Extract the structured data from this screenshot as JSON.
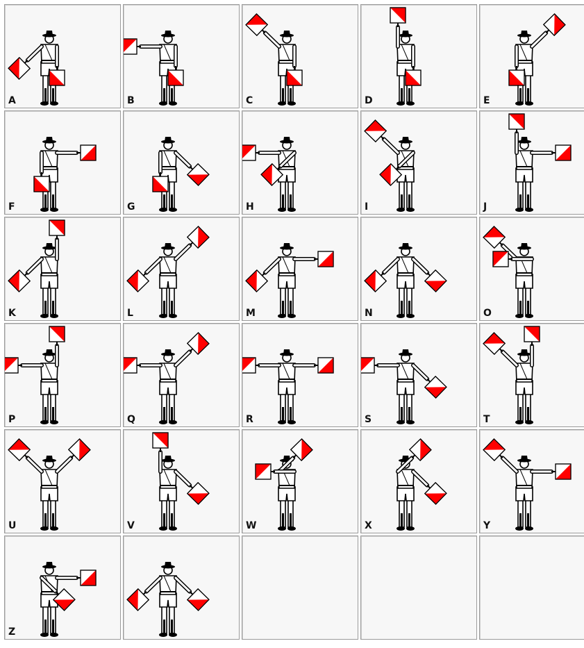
{
  "cells": [
    {
      "letter": "A",
      "right": "low-left",
      "left": "down"
    },
    {
      "letter": "B",
      "right": "left",
      "left": "down"
    },
    {
      "letter": "C",
      "right": "up-left",
      "left": "down"
    },
    {
      "letter": "D",
      "right": "up",
      "left": "down"
    },
    {
      "letter": "E",
      "right": "down",
      "left": "up-right"
    },
    {
      "letter": "F",
      "right": "down",
      "left": "right"
    },
    {
      "letter": "G",
      "right": "down",
      "left": "low-right"
    },
    {
      "letter": "H",
      "right": "left",
      "left": "low-left"
    },
    {
      "letter": "I",
      "right": "up-left",
      "left": "low-left"
    },
    {
      "letter": "J",
      "right": "up",
      "left": "right"
    },
    {
      "letter": "K",
      "right": "low-left",
      "left": "up"
    },
    {
      "letter": "L",
      "right": "low-left",
      "left": "up-right"
    },
    {
      "letter": "M",
      "right": "low-left",
      "left": "right"
    },
    {
      "letter": "N",
      "right": "low-left",
      "left": "low-right"
    },
    {
      "letter": "O",
      "right": "up-left",
      "left": "left"
    },
    {
      "letter": "P",
      "right": "left",
      "left": "up"
    },
    {
      "letter": "Q",
      "right": "left",
      "left": "up-right"
    },
    {
      "letter": "R",
      "right": "left",
      "left": "right"
    },
    {
      "letter": "S",
      "right": "left",
      "left": "low-right"
    },
    {
      "letter": "T",
      "right": "up-left",
      "left": "up"
    },
    {
      "letter": "U",
      "right": "up-left",
      "left": "up-right"
    },
    {
      "letter": "V",
      "right": "up",
      "left": "low-right"
    },
    {
      "letter": "W",
      "right": "up-right",
      "left": "left"
    },
    {
      "letter": "X",
      "right": "up-right",
      "left": "low-right"
    },
    {
      "letter": "Y",
      "right": "up-left",
      "left": "right"
    },
    {
      "letter": "Z",
      "right": "low-right",
      "left": "right"
    },
    {
      "letter": "",
      "right": "low-left",
      "left": "low-right",
      "label_hidden": true
    },
    {
      "letter": "",
      "empty": true
    },
    {
      "letter": "",
      "empty": true
    },
    {
      "letter": "",
      "empty": true
    }
  ],
  "colors": {
    "flag_red": "#ff0000",
    "flag_white": "#ffffff",
    "outline": "#000000"
  },
  "icons": {
    "figure": "scout-figure-icon",
    "flag": "semaphore-flag-icon"
  }
}
